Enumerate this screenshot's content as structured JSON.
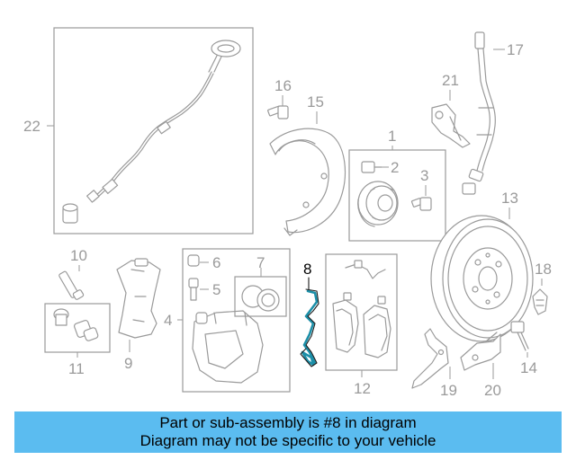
{
  "callouts": {
    "c1": "1",
    "c2": "2",
    "c3": "3",
    "c4": "4",
    "c5": "5",
    "c6": "6",
    "c7": "7",
    "c8": "8",
    "c9": "9",
    "c10": "10",
    "c11": "11",
    "c12": "12",
    "c13": "13",
    "c14": "14",
    "c15": "15",
    "c16": "16",
    "c17": "17",
    "c18": "18",
    "c19": "19",
    "c20": "20",
    "c21": "21",
    "c22": "22"
  },
  "banner": {
    "line1": "Part or sub-assembly is #8 in diagram",
    "line2": "Diagram may not be specific to your vehicle"
  },
  "colors": {
    "banner_bg": "#5bbcf0",
    "highlight": "#1c8fa8",
    "line_gray": "#9a9a9a"
  }
}
